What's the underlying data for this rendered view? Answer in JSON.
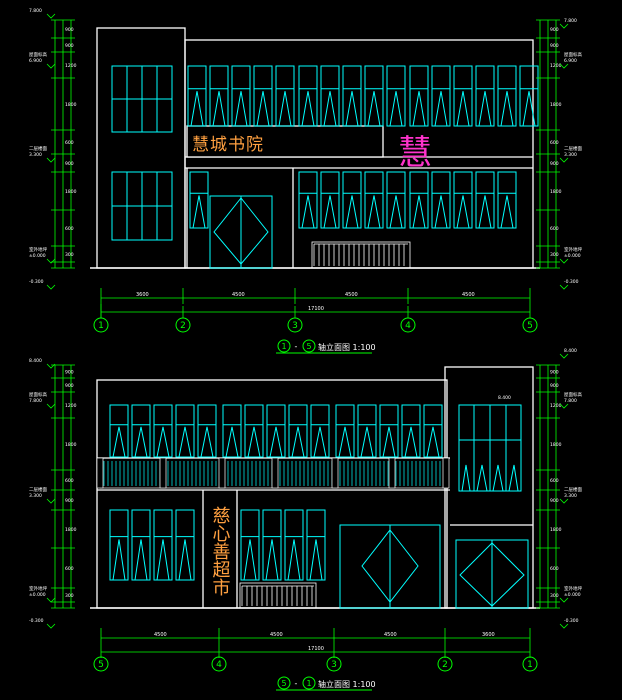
{
  "colors": {
    "background": "#000000",
    "wall": "#ffffff",
    "window": "#00ffff",
    "dimension": "#00ff00",
    "sign": "#ffa040",
    "logo": "#ff33cc",
    "note": "#ffffff"
  },
  "elevation_top": {
    "caption_axis_a": "1",
    "caption_dash": "-",
    "caption_axis_b": "5",
    "caption_text": "轴立面图 1:100",
    "sign_text": "慧城书院",
    "logo_glyph": "慧",
    "axis_labels": [
      "1",
      "2",
      "3",
      "4",
      "5"
    ],
    "bay_dims": [
      "3600",
      "4500",
      "4500",
      "4500"
    ],
    "total_dim": "17100",
    "left_levels": [
      "7.800",
      "6.900",
      "3.300",
      "±0.000",
      "-0.300"
    ],
    "right_levels": [
      "7.800",
      "6.900",
      "3.300",
      "±0.000",
      "-0.300"
    ],
    "left_level_notes": [
      "屋面标高",
      "二层楼面",
      "室外地坪"
    ],
    "right_level_notes": [
      "屋面标高",
      "二层楼面",
      "室外地坪"
    ],
    "left_vdims": [
      "900",
      "900",
      "1200",
      "1800",
      "600",
      "900",
      "1800",
      "600",
      "300"
    ],
    "right_vdims": [
      "900",
      "900",
      "1200",
      "1800",
      "600",
      "900",
      "1800",
      "600",
      "300"
    ]
  },
  "elevation_bottom": {
    "caption_axis_a": "5",
    "caption_dash": "-",
    "caption_axis_b": "1",
    "caption_text": "轴立面图 1:100",
    "sign_text": "慈心善超市",
    "axis_labels": [
      "5",
      "4",
      "3",
      "2",
      "1"
    ],
    "bay_dims": [
      "4500",
      "4500",
      "4500",
      "3600"
    ],
    "total_dim": "17100",
    "canopy_level": "8.400",
    "left_levels": [
      "8.400",
      "7.800",
      "3.300",
      "±0.000",
      "-0.300"
    ],
    "right_levels": [
      "8.400",
      "7.800",
      "3.300",
      "±0.000",
      "-0.300"
    ],
    "left_level_notes": [
      "屋面标高",
      "二层楼面",
      "室外地坪"
    ],
    "right_level_notes": [
      "屋面标高",
      "二层楼面",
      "室外地坪"
    ],
    "left_vdims": [
      "900",
      "900",
      "1200",
      "1800",
      "600",
      "900",
      "1800",
      "600",
      "300"
    ],
    "right_vdims": [
      "900",
      "900",
      "1200",
      "1800",
      "600",
      "900",
      "1800",
      "600",
      "300"
    ]
  }
}
